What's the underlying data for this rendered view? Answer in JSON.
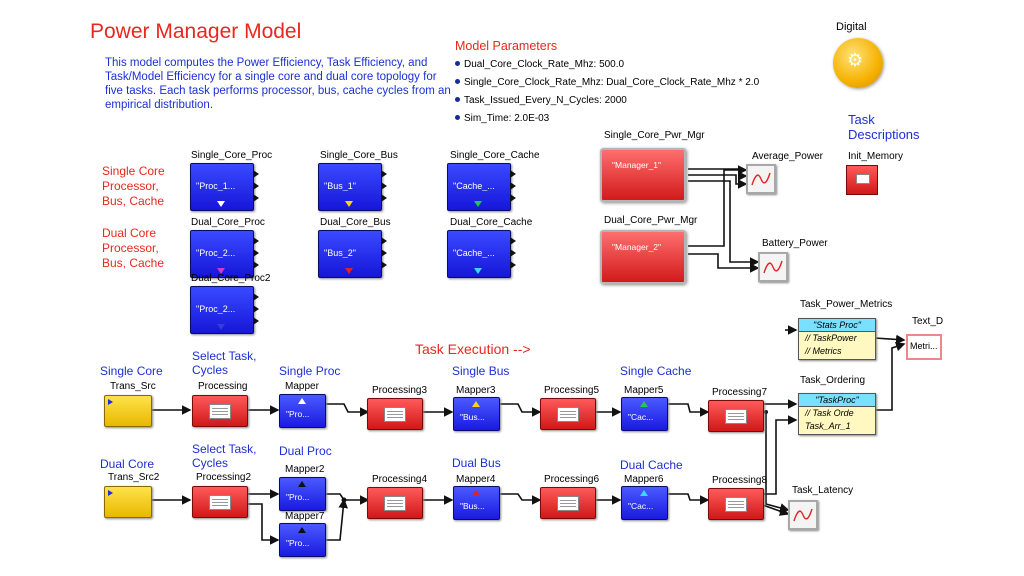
{
  "title": "Power Manager Model",
  "description": "This model computes the Power Efficiency, Task Efficiency, and Task/Model Efficiency for a single core and dual core topology for five tasks.  Each task performs processor, bus, cache cycles from an empirical distribution.",
  "model_parameters": {
    "heading": "Model Parameters",
    "items": [
      "Dual_Core_Clock_Rate_Mhz: 500.0",
      "Single_Core_Clock_Rate_Mhz: Dual_Core_Clock_Rate_Mhz * 2.0",
      "Task_Issued_Every_N_Cycles: 2000",
      "Sim_Time: 2.0E-03"
    ]
  },
  "digital_label": "Digital",
  "task_descriptions": {
    "label": "Task Descriptions",
    "block": "Init_Memory"
  },
  "section_labels": {
    "single_core_hw": "Single Core Processor, Bus, Cache",
    "dual_core_hw": "Dual Core Processor, Bus, Cache",
    "task_execution": "Task Execution -->",
    "single_core": "Single Core",
    "dual_core": "Dual Core",
    "select_task_1": "Select Task, Cycles",
    "select_task_2": "Select Task, Cycles",
    "single_proc": "Single Proc",
    "single_bus": "Single Bus",
    "single_cache": "Single Cache",
    "dual_proc": "Dual Proc",
    "dual_bus": "Dual Bus",
    "dual_cache": "Dual Cache"
  },
  "hw_blocks": [
    {
      "label": "Single_Core_Proc",
      "text": "\"Proc_1...",
      "color": "#ffffff"
    },
    {
      "label": "Single_Core_Bus",
      "text": "\"Bus_1\"",
      "color": "#ffd21a"
    },
    {
      "label": "Single_Core_Cache",
      "text": "\"Cache_...",
      "color": "#22c84a"
    },
    {
      "label": "Dual_Core_Proc",
      "text": "\"Proc_2...",
      "color": "#d03ad0"
    },
    {
      "label": "Dual_Core_Bus",
      "text": "\"Bus_2\"",
      "color": "#e82020"
    },
    {
      "label": "Dual_Core_Cache",
      "text": "\"Cache_...",
      "color": "#3ad8ff"
    },
    {
      "label": "Dual_Core_Proc2",
      "text": "\"Proc_2...",
      "color": "#3a3ad8"
    }
  ],
  "managers": [
    {
      "label": "Single_Core_Pwr_Mgr",
      "text": "\"Manager_1\""
    },
    {
      "label": "Dual_Core_Pwr_Mgr",
      "text": "\"Manager_2\""
    }
  ],
  "plots": {
    "average_power": "Average_Power",
    "battery_power": "Battery_Power",
    "task_latency": "Task_Latency"
  },
  "task_power_metrics": {
    "label": "Task_Power_Metrics",
    "header": "\"Stats Proc\"",
    "line1": "// TaskPower",
    "line2": "// Metrics"
  },
  "task_ordering": {
    "label": "Task_Ordering",
    "header": "\"TaskProc\"",
    "line1": "// Task Orde",
    "line2": "Task_Arr_1"
  },
  "text_display": {
    "label": "Text_D",
    "text": "Metri..."
  },
  "row1": {
    "src": "Trans_Src",
    "p1": "Processing",
    "m1": {
      "label": "Mapper",
      "text": "\"Pro..."
    },
    "p3": "Processing3",
    "m3": {
      "label": "Mapper3",
      "text": "\"Bus..."
    },
    "p5": "Processing5",
    "m5": {
      "label": "Mapper5",
      "text": "\"Cac..."
    },
    "p7": "Processing7"
  },
  "row2": {
    "src": "Trans_Src2",
    "p2": "Processing2",
    "m2": {
      "label": "Mapper2",
      "text": "\"Pro..."
    },
    "m7": {
      "label": "Mapper7",
      "text": "\"Pro..."
    },
    "p4": "Processing4",
    "m4": {
      "label": "Mapper4",
      "text": "\"Bus..."
    },
    "p6": "Processing6",
    "m6": {
      "label": "Mapper6",
      "text": "\"Cac..."
    },
    "p8": "Processing8"
  },
  "colors": {
    "red_text": "#e8281e",
    "blue_text": "#1c2fd6",
    "block_blue": "#2020e8",
    "block_red": "#e02828",
    "block_yellow": "#f5c800"
  }
}
